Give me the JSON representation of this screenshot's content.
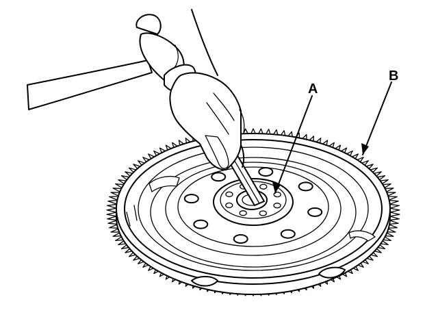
{
  "callouts": {
    "a": "A",
    "b": "B"
  },
  "colors": {
    "line": "#000000",
    "background": "#ffffff"
  },
  "flywheel": {
    "outer_bolt_holes": 8,
    "inner_bolt_holes": 8
  }
}
